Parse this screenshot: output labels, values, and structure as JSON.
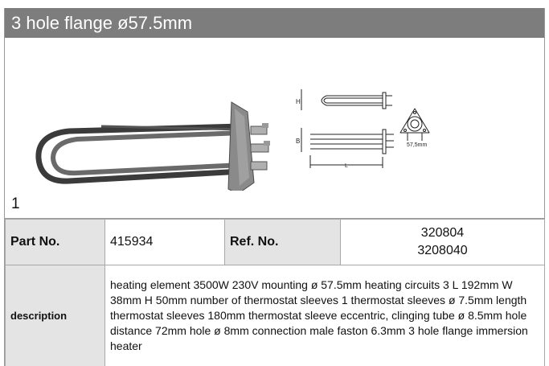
{
  "title": "3 hole flange ø57.5mm",
  "image": {
    "index": "1",
    "drawing_labels": {
      "h": "H",
      "b": "B",
      "l": "L",
      "diameter": "57,5mm"
    }
  },
  "table": {
    "part_no_label": "Part No.",
    "part_no_value": "415934",
    "ref_no_label": "Ref. No.",
    "ref_no_values": [
      "320804",
      "3208040"
    ],
    "description_label": "description",
    "description_text": "heating element  3500W 230V mounting ø 57.5mm heating circuits 3 L 192mm W 38mm H 50mm number of thermostat sleeves 1 thermostat sleeves ø 7.5mm length thermostat sleeves 180mm thermostat sleeve eccentric, clinging tube ø 8.5mm hole distance 72mm hole ø 8mm connection male faston 6.3mm 3 hole flange immersion heater"
  }
}
